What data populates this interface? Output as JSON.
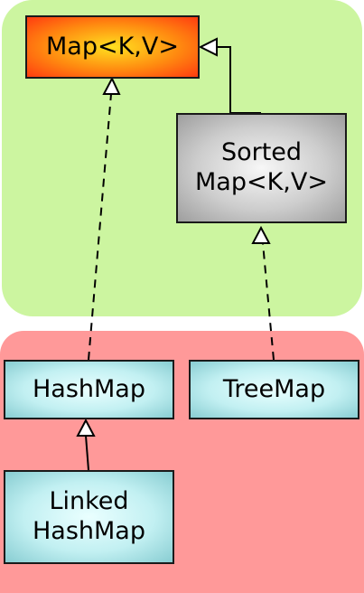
{
  "nodes": {
    "map": {
      "label": "Map<K,V>"
    },
    "sorted_map": {
      "line1": "Sorted",
      "line2": "Map<K,V>"
    },
    "hashmap": {
      "label": "HashMap"
    },
    "treemap": {
      "label": "TreeMap"
    },
    "linked_hashmap": {
      "line1": "Linked",
      "line2": "HashMap"
    }
  },
  "edges": [
    {
      "from": "sorted_map",
      "to": "map",
      "style": "solid"
    },
    {
      "from": "hashmap",
      "to": "map",
      "style": "dashed"
    },
    {
      "from": "treemap",
      "to": "sorted_map",
      "style": "dashed"
    },
    {
      "from": "linked_hashmap",
      "to": "hashmap",
      "style": "solid"
    }
  ],
  "colors": {
    "interfaces_region": "#ccf5a0",
    "classes_region": "#ff9999",
    "map_box": "#ff6a10",
    "sorted_map_box": "#c8c8c8",
    "class_box": "#bfeff1"
  }
}
